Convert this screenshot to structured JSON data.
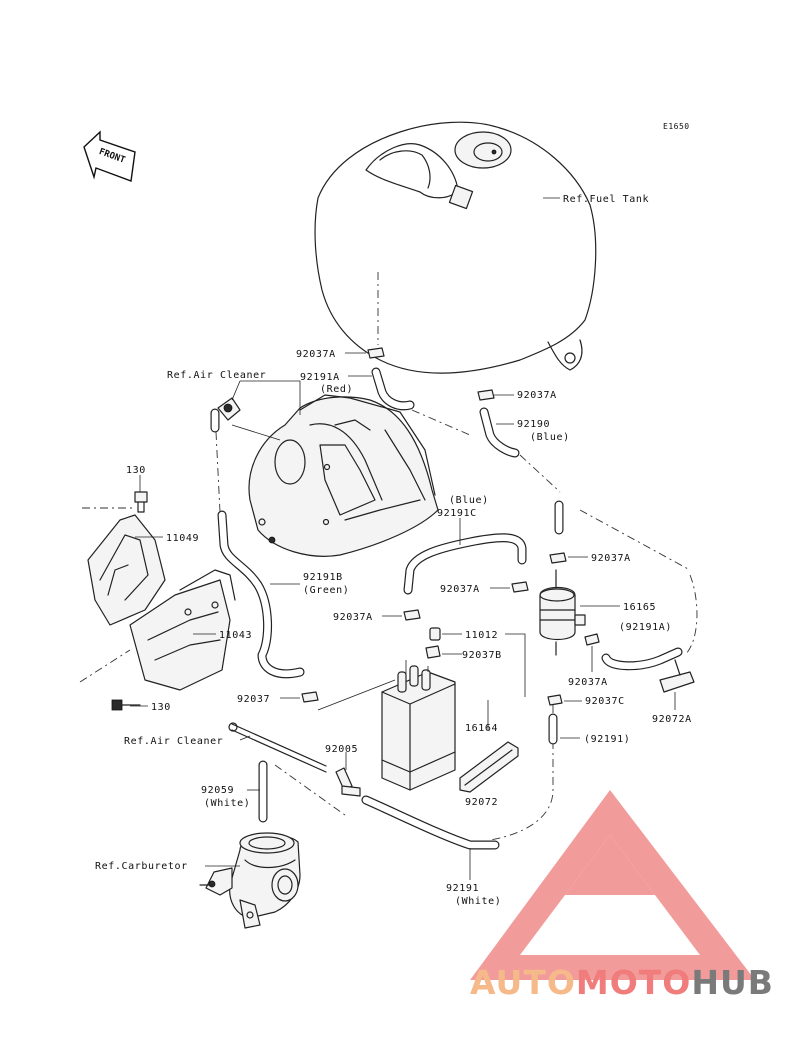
{
  "diagram_code": "E1650",
  "front_label": "FRONT",
  "labels": {
    "ref_fuel_tank": "Ref.Fuel Tank",
    "ref_air_cleaner_top": "Ref.Air Cleaner",
    "ref_air_cleaner_bottom": "Ref.Air Cleaner",
    "ref_carburetor": "Ref.Carburetor",
    "p130_top": "130",
    "p130_bottom": "130",
    "p11049": "11049",
    "p11043": "11043",
    "p92037A_tank": "92037A",
    "p92191A_red": "92191A",
    "red": "(Red)",
    "p92037A_blue": "92037A",
    "p92190": "92190",
    "blue_a": "(Blue)",
    "blue_b": "(Blue)",
    "p92191C": "92191C",
    "p92037A_mid": "92037A",
    "p92037A_right": "92037A",
    "p16165": "16165",
    "p92191A_paren": "(92191A)",
    "p92037A_left": "92037A",
    "p11012": "11012",
    "p92037B": "92037B",
    "p92191B": "92191B",
    "green": "(Green)",
    "p92037A_low": "92037A",
    "p92037C": "92037C",
    "p92072A": "92072A",
    "p92037": "92037",
    "p16164": "16164",
    "p92191_paren": "(92191)",
    "p92005": "92005",
    "p92059": "92059",
    "white_a": "(White)",
    "p92072": "92072",
    "p92191": "92191",
    "white_b": "(White)"
  },
  "watermark": {
    "part1": "AUTO",
    "part2": "MOTO",
    "part3": "HUB",
    "color1": "#f5b98a",
    "color2": "#f07c7c",
    "color3": "#7a7a7a",
    "triangle_color": "#f08a8a"
  }
}
